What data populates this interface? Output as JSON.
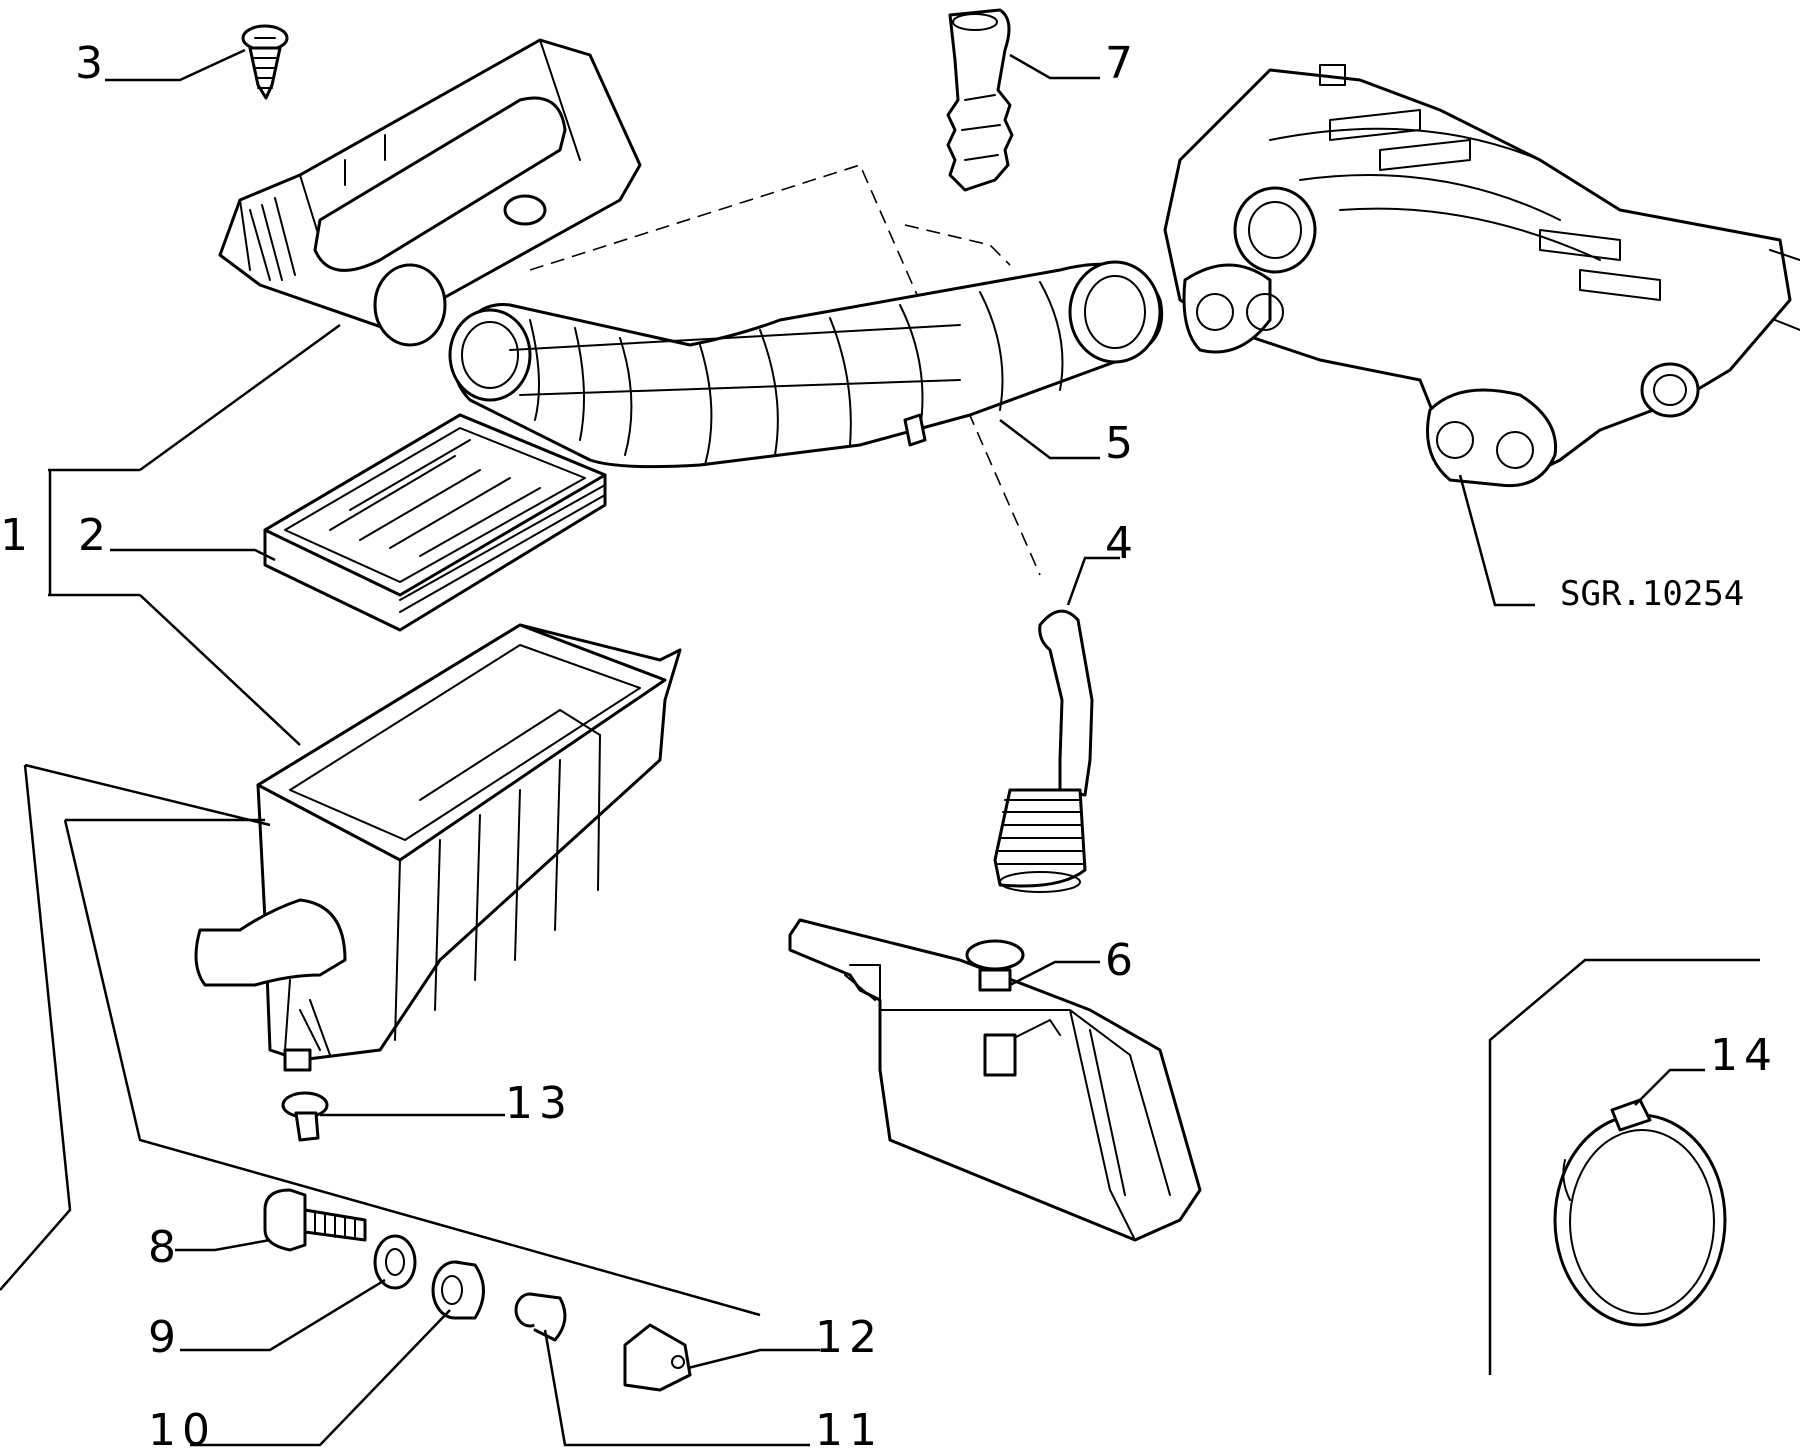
{
  "drawing_code": "SGR.10254",
  "callouts": {
    "p1": "1",
    "p2": "2",
    "p3": "3",
    "p4": "4",
    "p5": "5",
    "p6": "6",
    "p7": "7",
    "p8": "8",
    "p9": "9",
    "p10": "10",
    "p11": "11",
    "p12": "12",
    "p13": "13",
    "p14": "14"
  }
}
